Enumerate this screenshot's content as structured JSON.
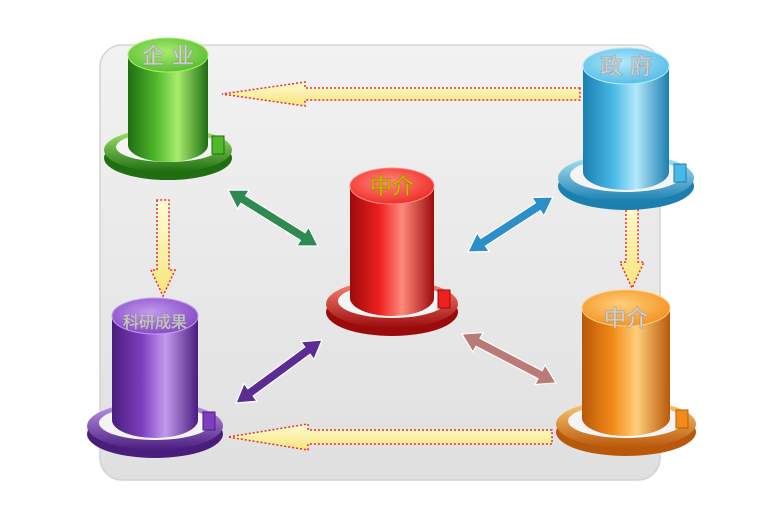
{
  "nodes": {
    "enterprise": {
      "label": "企 业",
      "color": "#4fb82a",
      "light": "#a8ec6e",
      "dark": "#1f6e12",
      "label_color": "#ffffff"
    },
    "government": {
      "label": "政 府",
      "color": "#48b8e6",
      "light": "#b4e8fb",
      "dark": "#1b7fb0",
      "label_color": "#ffffff"
    },
    "intermediary_center": {
      "label": "中介",
      "color": "#ee1f1f",
      "light": "#ff8a7a",
      "dark": "#9c0b0b",
      "label_color": "#ffd700"
    },
    "research": {
      "label": "科研成果",
      "color": "#7d3fbf",
      "light": "#c39aef",
      "dark": "#4a1d7d",
      "label_color": "#ffffff"
    },
    "intermediary_corner": {
      "label": "中介",
      "color": "#f28b18",
      "light": "#ffcf7a",
      "dark": "#b9580a",
      "label_color": "#ffffff"
    }
  },
  "arrows": {
    "one_way_color": "#fff3a8",
    "one_way_border": "#e53030",
    "center_links": [
      {
        "from": "enterprise",
        "to": "intermediary_center",
        "color": "#2f8a52"
      },
      {
        "from": "government",
        "to": "intermediary_center",
        "color": "#2c8fc9"
      },
      {
        "from": "research",
        "to": "intermediary_center",
        "color": "#5b2d94"
      },
      {
        "from": "intermediary_corner",
        "to": "intermediary_center",
        "color": "#b97a78"
      }
    ]
  }
}
